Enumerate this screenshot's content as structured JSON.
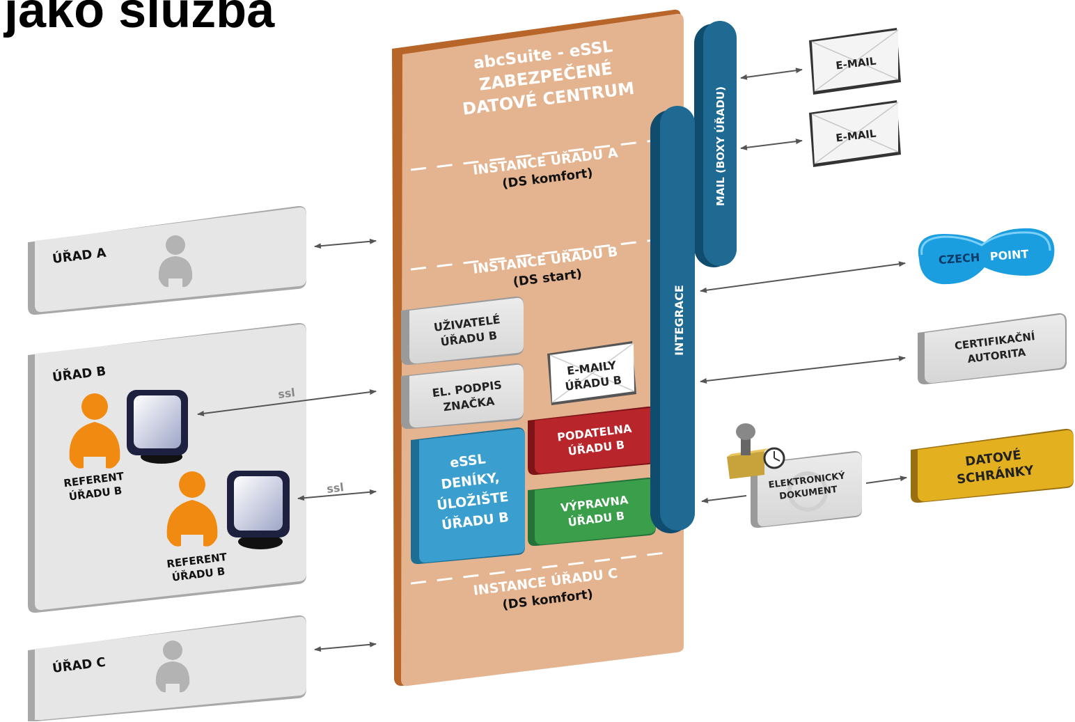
{
  "title": "jako služba",
  "data_center": {
    "line1": "abcSuite - eSSL",
    "line2": "ZABEZPEČENÉ",
    "line3": "DATOVÉ CENTRUM"
  },
  "instances": [
    {
      "name": "INSTANCE ÚŘADU A",
      "variant": "(DS komfort)"
    },
    {
      "name": "INSTANCE ÚŘADU B",
      "variant": "(DS start)"
    },
    {
      "name": "INSTANCE ÚŘADU C",
      "variant": "(DS komfort)"
    }
  ],
  "modules": {
    "users": [
      "UŽIVATELÉ",
      "ÚŘADU B"
    ],
    "signature": [
      "EL. PODPIS",
      "ZNAČKA"
    ],
    "emails": [
      "E-MAILY",
      "ÚŘADU B"
    ],
    "podatelna": [
      "PODATELNA",
      "ÚŘADU B"
    ],
    "essl": [
      "eSSL",
      "DENÍKY,",
      "ÚLOŽIŠTE",
      "ÚŘADU B"
    ],
    "vypravna": [
      "VÝPRAVNA",
      "ÚŘADU B"
    ]
  },
  "bars": {
    "mail": "MAIL (BOXY ÚŘADU)",
    "integrace": "INTEGRACE"
  },
  "offices": {
    "a": "ÚŘAD A",
    "b": "ÚŘAD B",
    "c": "ÚŘAD C",
    "referent": [
      "REFERENT",
      "ÚŘADU B"
    ],
    "ssl": "ssl"
  },
  "external": {
    "email": "E-MAIL",
    "czechpoint_a": "CZECH",
    "czechpoint_b": "POINT",
    "ca": [
      "CERTIFIKAČNÍ",
      "AUTORITA"
    ],
    "edoc": [
      "ELEKTRONICKÝ",
      "DOKUMENT"
    ],
    "ds": [
      "DATOVÉ",
      "SCHRÁNKY"
    ]
  },
  "colors": {
    "center": "#e3b48f",
    "center_dark": "#b8652a",
    "bar": "#1e6a93",
    "essl": "#3a9fcf",
    "podatelna": "#b8262c",
    "vypravna": "#3a9e4a",
    "datove": "#e3b020",
    "referent": "#f08a10",
    "czechpoint": "#1a9ee0"
  }
}
